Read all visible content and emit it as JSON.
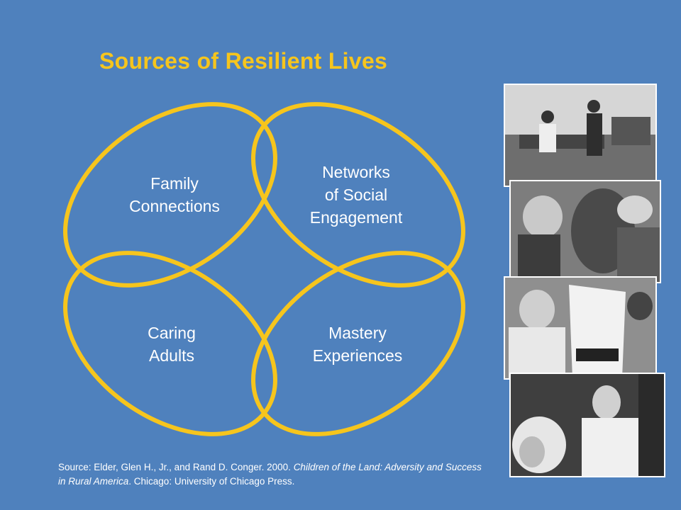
{
  "slide": {
    "title": "Sources of Resilient Lives",
    "background_color": "#4f81bd",
    "accent_color": "#f6c51d"
  },
  "diagram": {
    "petals": [
      {
        "key": "top_left",
        "label": "Family\nConnections"
      },
      {
        "key": "top_right",
        "label": "Networks\nof Social\nEngagement"
      },
      {
        "key": "bottom_left",
        "label": "Caring\nAdults"
      },
      {
        "key": "bottom_right",
        "label": "Mastery\nExperiences"
      }
    ]
  },
  "source": {
    "prefix": "Source: Elder, Glen H., Jr., and Rand D. Conger. 2000. ",
    "book_title": "Children of the Land: Adversity and Success in Rural America",
    "suffix": ". Chicago: University of Chicago Press."
  },
  "photos": [
    {
      "name": "farm-family-photo"
    },
    {
      "name": "farmers-talking-photo"
    },
    {
      "name": "seed-bag-photo"
    },
    {
      "name": "youth-with-calf-photo"
    }
  ]
}
